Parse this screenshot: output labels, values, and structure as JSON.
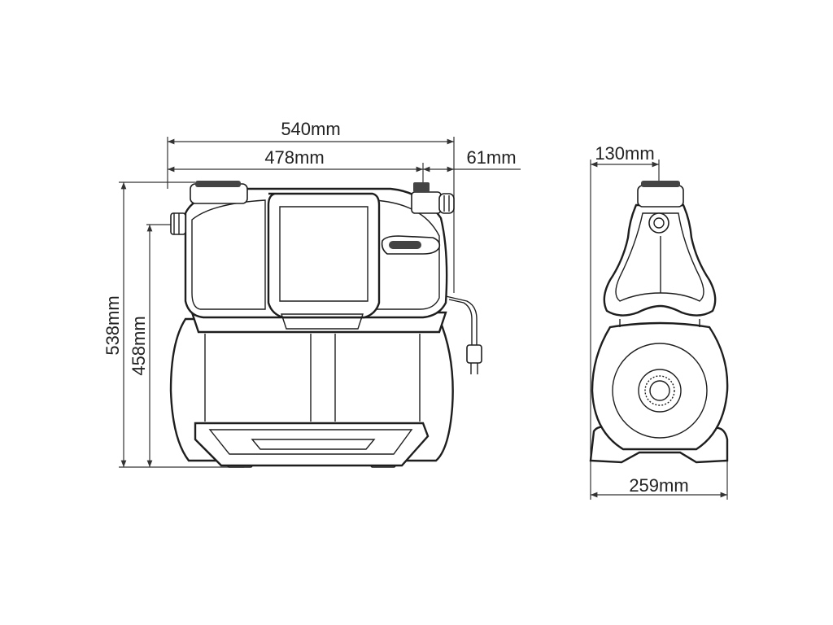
{
  "dimensions": {
    "front_total_width": "540mm",
    "front_body_width": "478mm",
    "fitting_width": "61mm",
    "total_height": "538mm",
    "body_height": "458mm",
    "side_top_width": "130mm",
    "side_base_width": "259mm"
  },
  "colors": {
    "line": "#1e1e1e",
    "background": "#ffffff"
  }
}
